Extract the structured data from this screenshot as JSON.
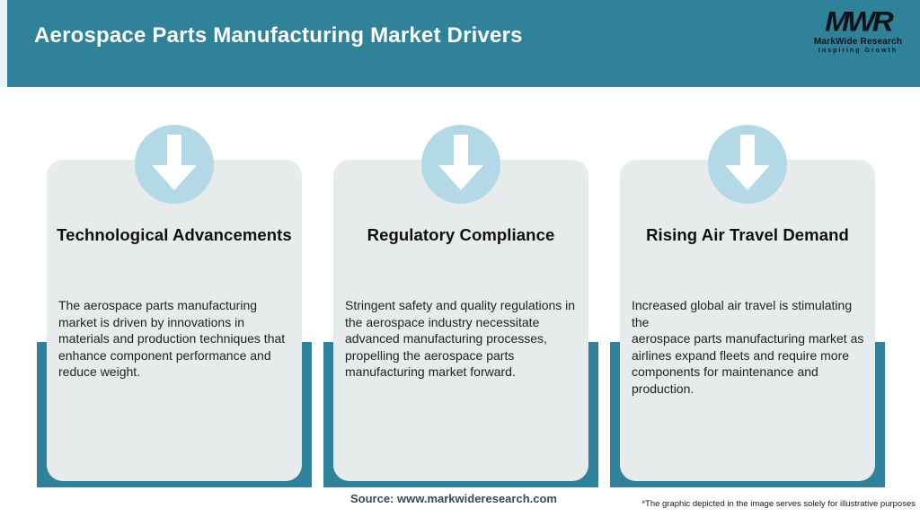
{
  "header": {
    "title": "Aerospace Parts Manufacturing Market Drivers",
    "logo": {
      "mark": "MWR",
      "name": "MarkWide Research",
      "tagline": "Inspiring Growth"
    }
  },
  "cards": [
    {
      "title": "Technological Advancements",
      "body": "The aerospace parts manufacturing\nmarket is driven by innovations in\nmaterials and production techniques that\nenhance component performance and\nreduce weight."
    },
    {
      "title": "Regulatory Compliance",
      "body": "Stringent safety and quality regulations in\nthe aerospace industry necessitate\nadvanced manufacturing processes,\npropelling the aerospace parts\nmanufacturing market forward."
    },
    {
      "title": "Rising Air Travel Demand",
      "body": "Increased global air travel is stimulating the\naerospace parts manufacturing market as\nairlines expand fleets and require more\ncomponents for maintenance and\nproduction."
    }
  ],
  "footer": {
    "source": "Source: www.markwideresearch.com",
    "disclaimer": "*The graphic depicted in the image serves solely for illustrative purposes"
  },
  "colors": {
    "teal": "#30829a",
    "circle_blue": "#b3d9e7",
    "card_gray": "#e8ebeb",
    "source_text": "#374c55"
  }
}
